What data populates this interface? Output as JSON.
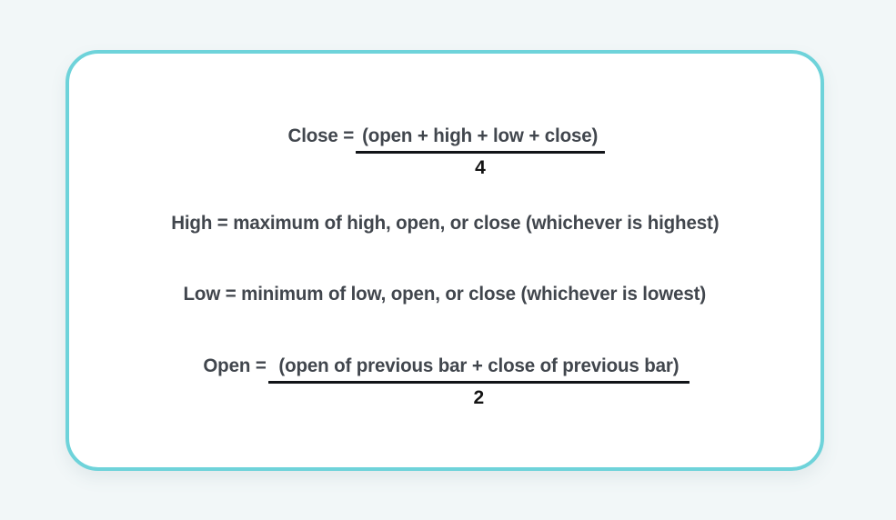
{
  "canvas": {
    "background_color": "#f2f7f8"
  },
  "card": {
    "border_color": "#6ed3da",
    "background_color": "#ffffff",
    "text_color": "#41464d",
    "rule_color": "#111418"
  },
  "formulas": [
    {
      "id": "close",
      "kind": "fraction",
      "lhs": "Close = ",
      "numerator": "(open + high + low + close)",
      "denominator": "4",
      "full_text": "Close = (open + high + low + close) / 4"
    },
    {
      "id": "high",
      "kind": "line",
      "text": "High = maximum of high, open, or close (whichever is highest)"
    },
    {
      "id": "low",
      "kind": "line",
      "text": "Low = minimum of low, open, or close (whichever is lowest)"
    },
    {
      "id": "open",
      "kind": "fraction",
      "lhs": "Open = ",
      "numerator": "(open of previous bar + close of previous bar)",
      "denominator": "2",
      "full_text": "Open = (open of previous bar + close of previous bar) / 2"
    }
  ]
}
